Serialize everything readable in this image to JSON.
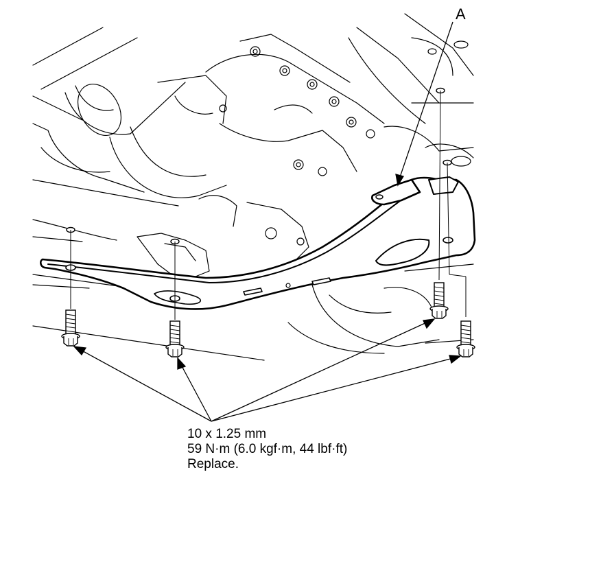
{
  "callout": {
    "letter": "A"
  },
  "spec": {
    "size": "10 x 1.25 mm",
    "torque": "59 N·m (6.0 kgf·m, 44 lbf·ft)",
    "note": "Replace."
  },
  "colors": {
    "line": "#000000",
    "background": "#ffffff"
  },
  "icons": {
    "bolt": "flange-bolt-icon",
    "bracket": "subframe-brace-bracket"
  }
}
